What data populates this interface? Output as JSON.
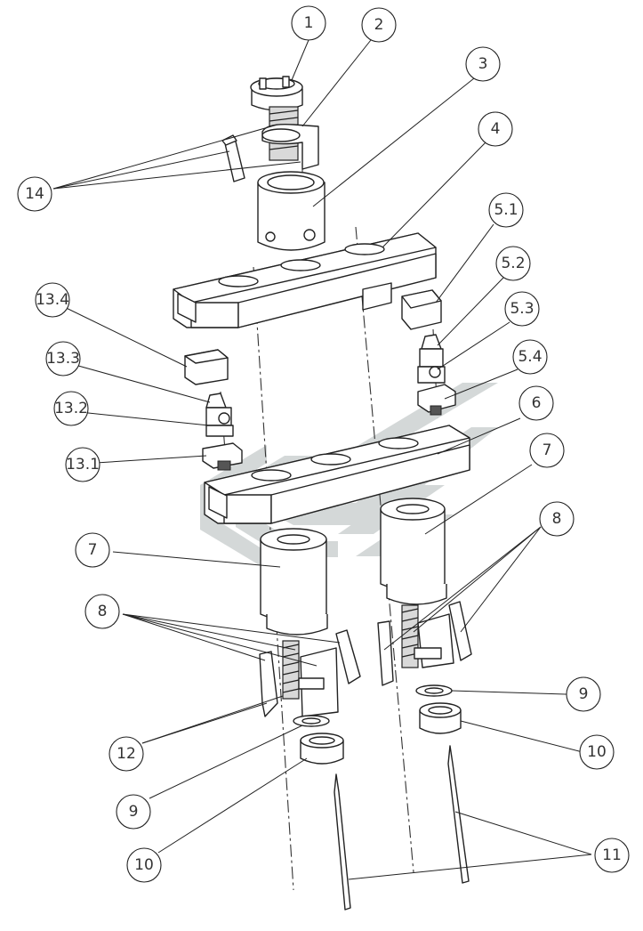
{
  "callouts": [
    {
      "id": "c1",
      "label": "1"
    },
    {
      "id": "c2",
      "label": "2"
    },
    {
      "id": "c3",
      "label": "3"
    },
    {
      "id": "c4",
      "label": "4"
    },
    {
      "id": "c5_1",
      "label": "5.1"
    },
    {
      "id": "c5_2",
      "label": "5.2"
    },
    {
      "id": "c5_3",
      "label": "5.3"
    },
    {
      "id": "c5_4",
      "label": "5.4"
    },
    {
      "id": "c6",
      "label": "6"
    },
    {
      "id": "c7a",
      "label": "7"
    },
    {
      "id": "c7b",
      "label": "7"
    },
    {
      "id": "c8a",
      "label": "8"
    },
    {
      "id": "c8b",
      "label": "8"
    },
    {
      "id": "c9a",
      "label": "9"
    },
    {
      "id": "c9b",
      "label": "9"
    },
    {
      "id": "c10a",
      "label": "10"
    },
    {
      "id": "c10b",
      "label": "10"
    },
    {
      "id": "c11",
      "label": "11"
    },
    {
      "id": "c12",
      "label": "12"
    },
    {
      "id": "c13_1",
      "label": "13.1"
    },
    {
      "id": "c13_2",
      "label": "13.2"
    },
    {
      "id": "c13_3",
      "label": "13.3"
    },
    {
      "id": "c13_4",
      "label": "13.4"
    },
    {
      "id": "c14",
      "label": "14"
    }
  ]
}
